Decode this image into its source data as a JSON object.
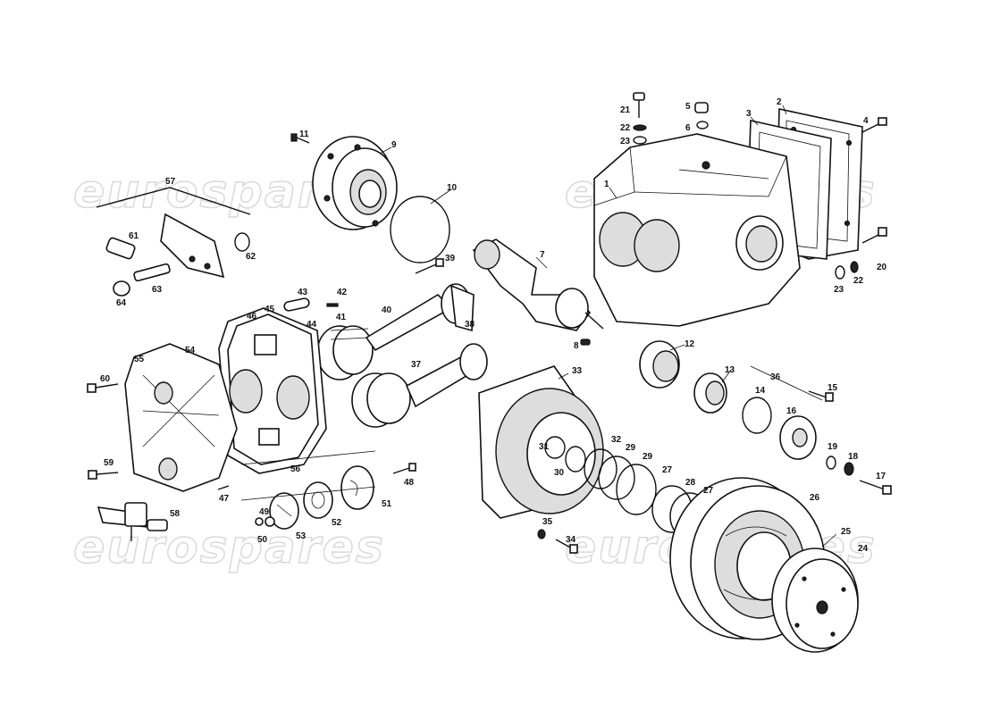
{
  "watermark": {
    "text": "eurospares",
    "color": "#d9d9d9"
  },
  "callouts": [
    "1",
    "2",
    "3",
    "4",
    "5",
    "6",
    "7",
    "8",
    "9",
    "10",
    "11",
    "12",
    "13",
    "14",
    "15",
    "16",
    "17",
    "18",
    "19",
    "20",
    "21",
    "22",
    "22",
    "23",
    "23",
    "24",
    "25",
    "26",
    "27",
    "27",
    "28",
    "29",
    "29",
    "30",
    "31",
    "32",
    "33",
    "34",
    "35",
    "36",
    "37",
    "38",
    "39",
    "40",
    "41",
    "42",
    "43",
    "44",
    "45",
    "46",
    "47",
    "48",
    "49",
    "50",
    "51",
    "52",
    "53",
    "54",
    "55",
    "56",
    "57",
    "58",
    "59",
    "60",
    "61",
    "62",
    "63",
    "64"
  ],
  "colors": {
    "line": "#111111",
    "background": "#ffffff"
  }
}
